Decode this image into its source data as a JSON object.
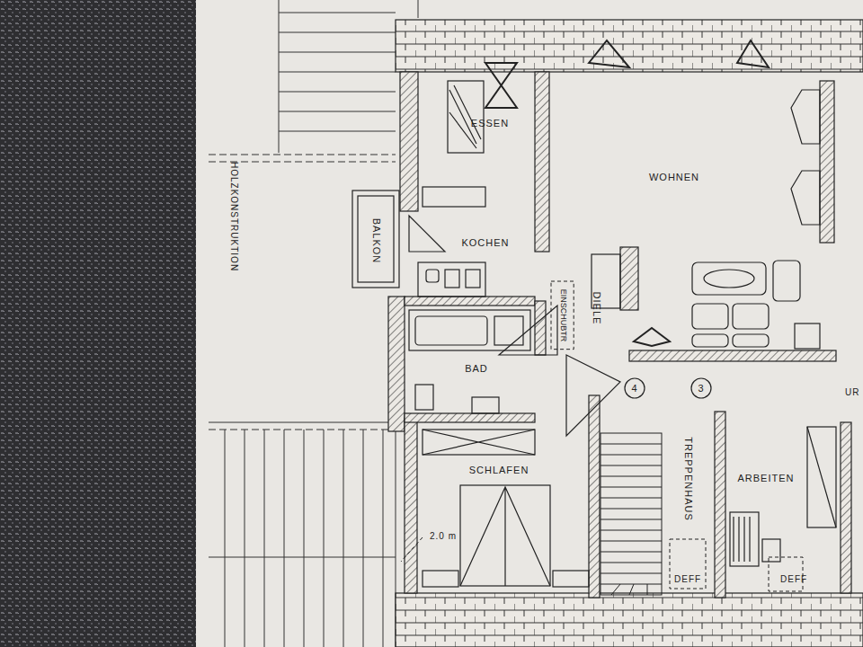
{
  "diagram": {
    "nodes": [
      {
        "text": [
          "ESSEN"
        ]
      },
      {
        "text": [
          "WOHNEN"
        ]
      },
      {
        "text": [
          "BALKON"
        ]
      },
      {
        "text": [
          "KOCHEN"
        ]
      },
      {
        "text": [
          "DIELE"
        ]
      },
      {
        "text": [
          "EINSCHUBTR"
        ]
      },
      {
        "text": [
          "BAD"
        ]
      },
      {
        "text": [
          "4"
        ]
      },
      {
        "text": [
          "3"
        ]
      },
      {
        "text": [
          "SCHLAFEN"
        ]
      },
      {
        "text": [
          "TREPPENHAUS"
        ]
      },
      {
        "text": [
          "ARBEITEN"
        ]
      }
    ],
    "labels": [
      "HOLZKONSTRUKTION",
      "UR",
      "2.0 m",
      "DEFF",
      "DEFF"
    ]
  }
}
